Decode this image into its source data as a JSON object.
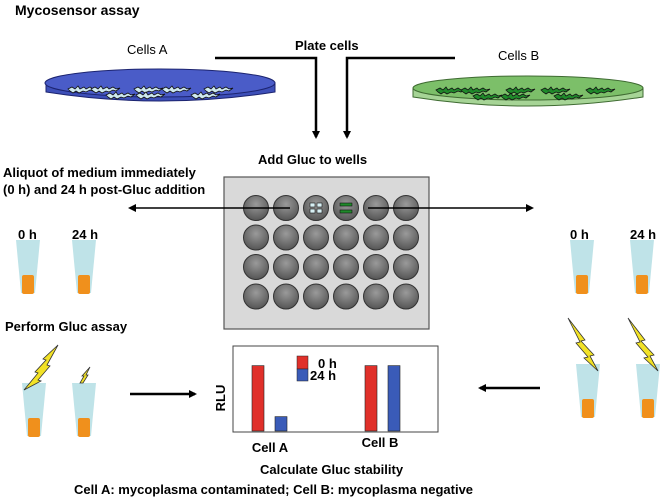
{
  "title": "Mycosensor assay",
  "cells_a_label": "Cells A",
  "cells_b_label": "Cells B",
  "plate_cells_label": "Plate cells",
  "add_gluc_label": "Add  Gluc to  wells",
  "aliquot_label_line1": "Aliquot of medium immediately",
  "aliquot_label_line2": "(0 h) and 24 h post-Gluc addition",
  "tube_labels": {
    "left_0h": "0 h",
    "left_24h": "24 h",
    "right_0h": "0 h",
    "right_24h": "24 h"
  },
  "perform_assay_label": "Perform  Gluc assay",
  "calculate_label": "Calculate Gluc stability",
  "footer": "Cell A: mycoplasma contaminated; Cell B: mycoplasma negative",
  "colors": {
    "dish_a": "#3d4fb8",
    "dish_b": "#8cc47a",
    "plate_bg": "#d9d9d9",
    "well": "#7a7a7a",
    "tube": "#bfe3e8",
    "pellet": "#f0901c",
    "lightning": "#f2e227",
    "bar_0h": "#e0302a",
    "bar_24h": "#3a5bb8"
  },
  "plate": {
    "rows": 4,
    "cols": 6
  },
  "chart_data": {
    "type": "bar",
    "ylabel": "RLU",
    "xlabel": "",
    "categories": [
      "Cell A",
      "Cell B"
    ],
    "series": [
      {
        "name": "0 h",
        "values": [
          1.0,
          1.0
        ]
      },
      {
        "name": "24 h",
        "values": [
          0.22,
          1.0
        ]
      }
    ],
    "ylim": [
      0,
      1.3
    ],
    "legend": "top-center",
    "grid": false
  }
}
